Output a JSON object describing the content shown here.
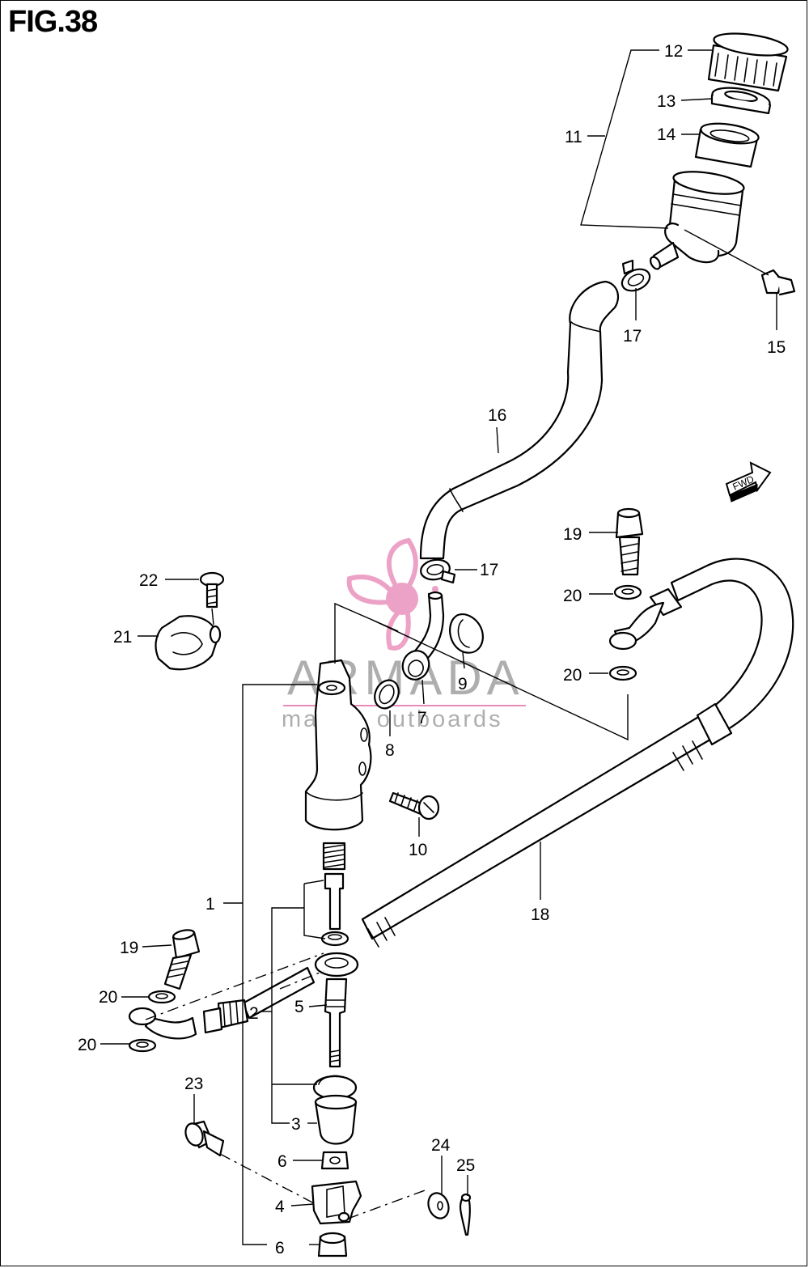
{
  "figure": {
    "title": "FIG.38"
  },
  "fwd_label": "FWD",
  "watermark": {
    "brand": "ARMADA",
    "tagline": "marine outboards",
    "accent_color": "#e88bb8",
    "text_color": "#6b6b6b"
  },
  "callouts": {
    "c1": "1",
    "c2": "2",
    "c3": "3",
    "c4": "4",
    "c5": "5",
    "c6a": "6",
    "c6b": "6",
    "c7": "7",
    "c8": "8",
    "c9": "9",
    "c10": "10",
    "c11": "11",
    "c12": "12",
    "c13": "13",
    "c14": "14",
    "c15": "15",
    "c16": "16",
    "c17a": "17",
    "c17b": "17",
    "c18": "18",
    "c19a": "19",
    "c19b": "19",
    "c20a": "20",
    "c20b": "20",
    "c20c": "20",
    "c20d": "20",
    "c21": "21",
    "c22": "22",
    "c23": "23",
    "c24": "24",
    "c25": "25"
  }
}
